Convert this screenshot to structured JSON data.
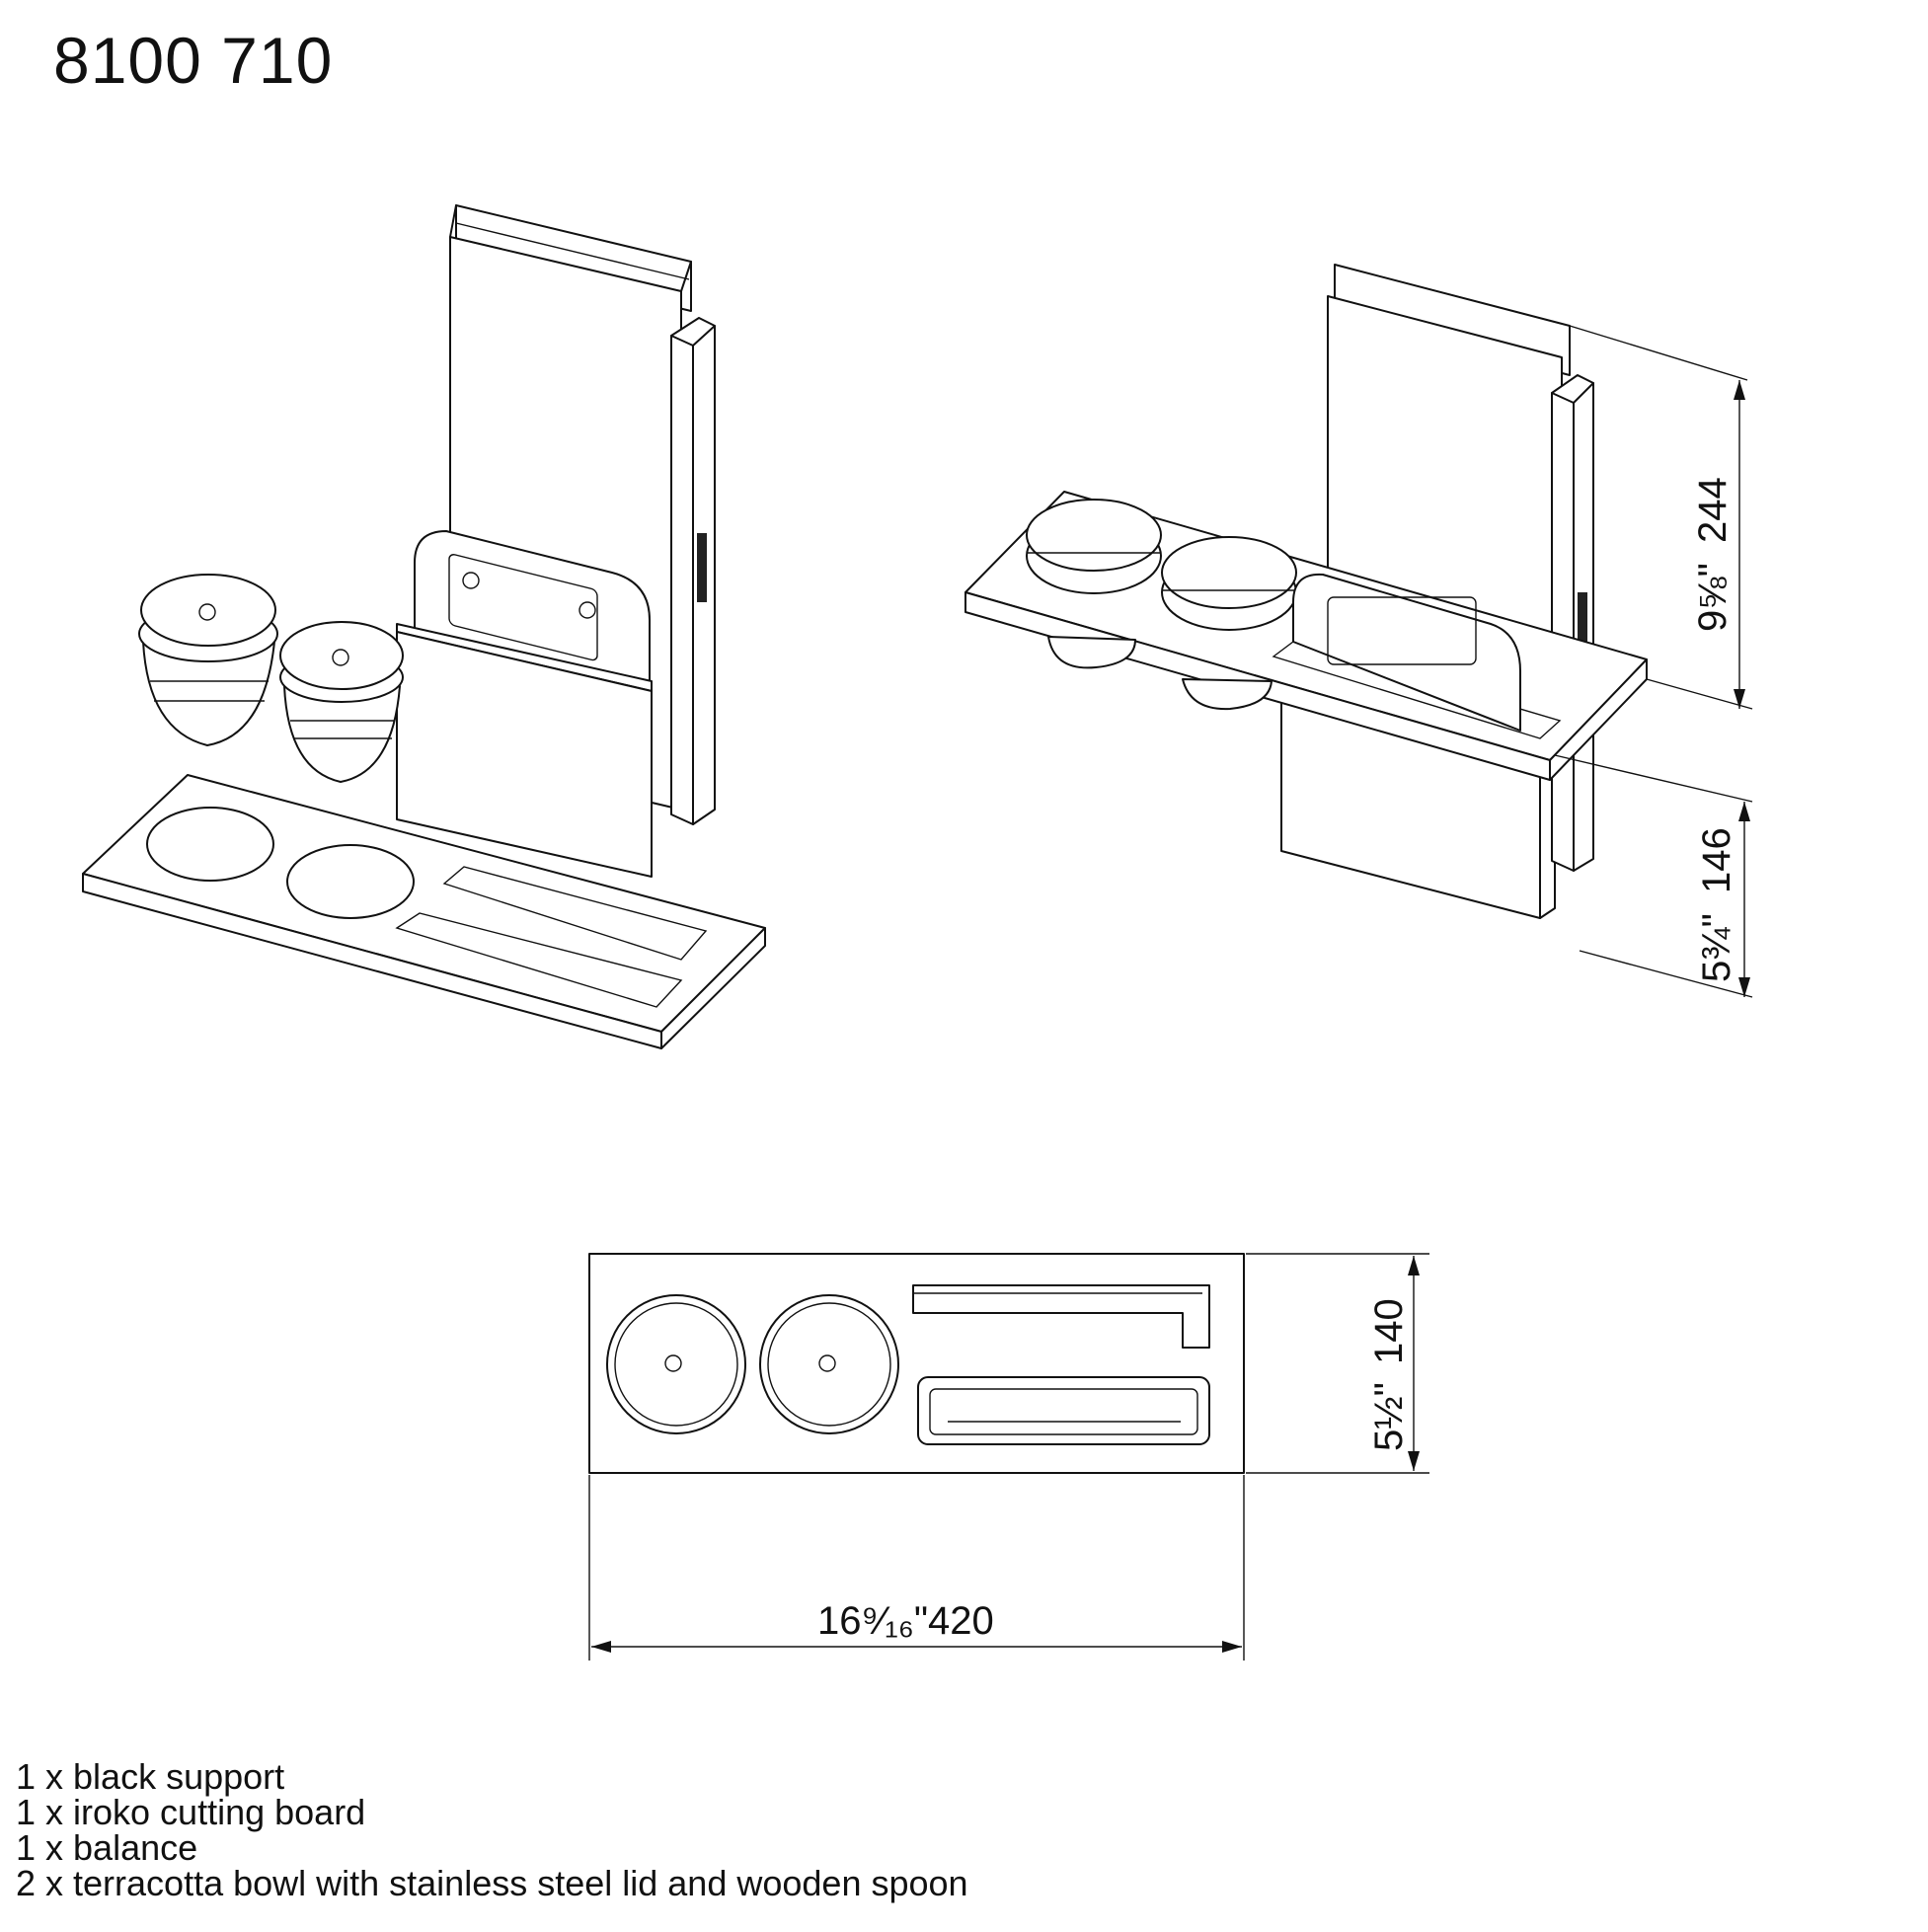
{
  "title": "8100 710",
  "dimensions": {
    "height_upper": {
      "imperial": "9⅝\"",
      "metric": "244"
    },
    "height_lower": {
      "imperial": "5¾\"",
      "metric": "146"
    },
    "depth": {
      "imperial": "5½\"",
      "metric": "140"
    },
    "width": {
      "imperial": "16⁹⁄₁₆\"",
      "metric": "420"
    }
  },
  "components": [
    "1 x black support",
    "1 x iroko cutting board",
    "1 x balance",
    "2 x terracotta bowl with stainless steel lid and wooden spoon"
  ]
}
